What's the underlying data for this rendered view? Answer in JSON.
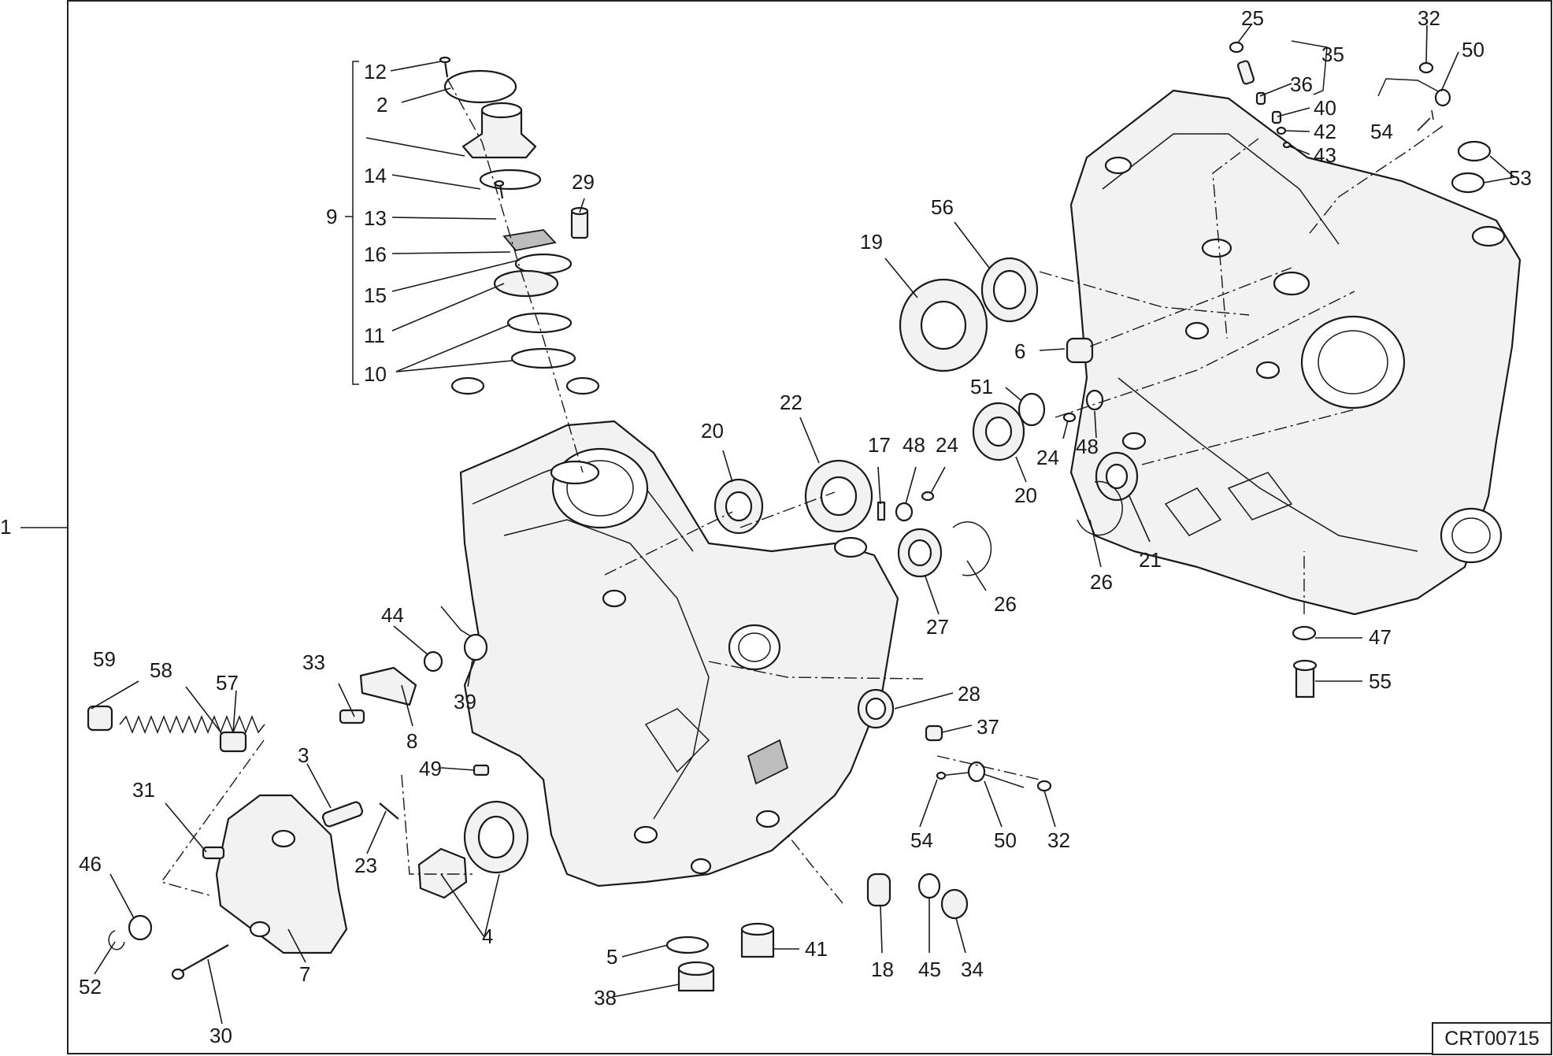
{
  "reference_code": "CRT00715",
  "callouts": {
    "n1": "1",
    "n2": "2",
    "n3": "3",
    "n4": "4",
    "n5": "5",
    "n6": "6",
    "n7": "7",
    "n8": "8",
    "n9": "9",
    "n10": "10",
    "n11": "11",
    "n12": "12",
    "n13": "13",
    "n14": "14",
    "n15": "15",
    "n16": "16",
    "n17": "17",
    "n18": "18",
    "n19": "19",
    "n20": "20",
    "n21": "21",
    "n22": "22",
    "n23": "23",
    "n24": "24",
    "n25": "25",
    "n26": "26",
    "n27": "27",
    "n28": "28",
    "n29": "29",
    "n30": "30",
    "n31": "31",
    "n32": "32",
    "n33": "33",
    "n34": "34",
    "n35": "35",
    "n36": "36",
    "n37": "37",
    "n38": "38",
    "n39": "39",
    "n40": "40",
    "n41": "41",
    "n42": "42",
    "n43": "43",
    "n44": "44",
    "n45": "45",
    "n46": "46",
    "n47": "47",
    "n48": "48",
    "n49": "49",
    "n50": "50",
    "n51": "51",
    "n52": "52",
    "n53": "53",
    "n54": "54",
    "n55": "55",
    "n56": "56",
    "n57": "57",
    "n58": "58",
    "n59": "59"
  }
}
